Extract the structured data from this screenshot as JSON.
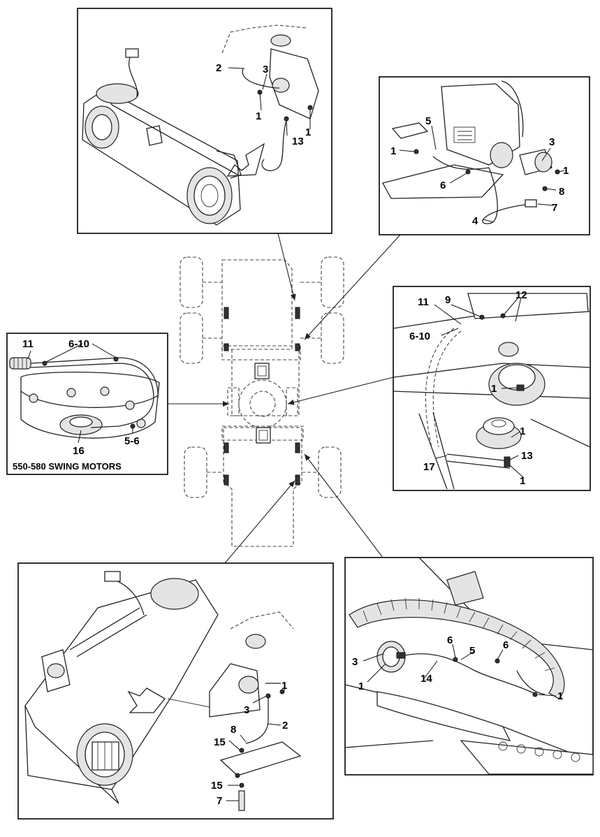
{
  "panels": {
    "top_left": {
      "callouts": [
        "2",
        "3",
        "1",
        "13",
        "1"
      ]
    },
    "top_right": {
      "callouts": [
        "5",
        "3",
        "1",
        "1",
        "6",
        "8",
        "7",
        "4"
      ]
    },
    "left": {
      "callouts": [
        "11",
        "6-10",
        "16",
        "5-6"
      ],
      "caption": "550-580 SWING MOTORS"
    },
    "right": {
      "callouts": [
        "11",
        "9",
        "12",
        "6-10",
        "1",
        "1",
        "13",
        "17",
        "1"
      ]
    },
    "bottom_left": {
      "callouts": [
        "1",
        "3",
        "2",
        "8",
        "15",
        "15",
        "7"
      ]
    },
    "bottom_right": {
      "callouts": [
        "3",
        "1",
        "6",
        "5",
        "6",
        "14",
        "1"
      ]
    }
  }
}
